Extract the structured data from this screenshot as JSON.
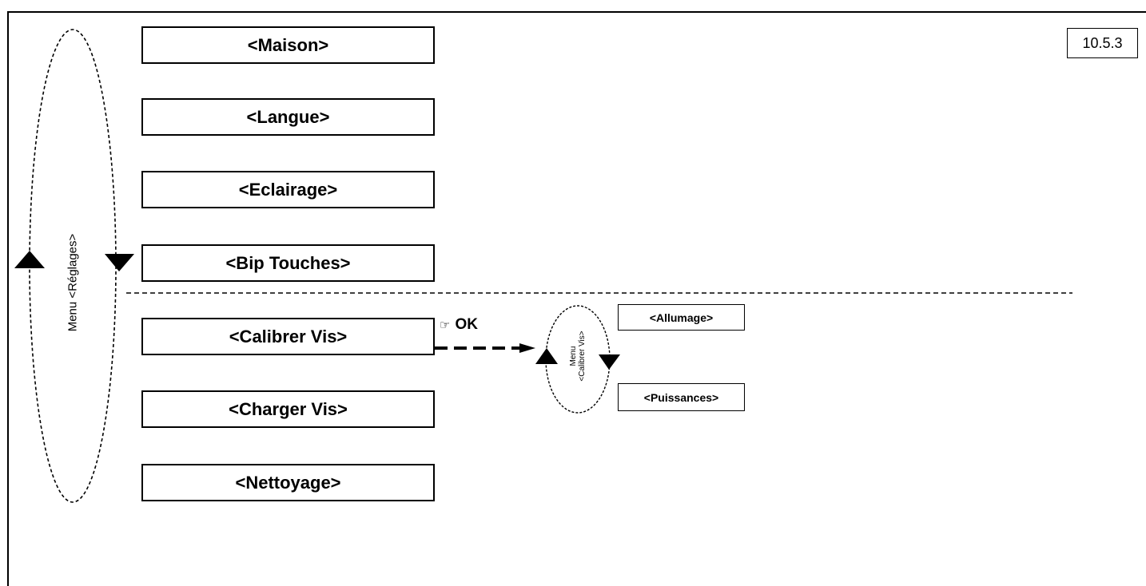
{
  "page_ref": "10.5.3",
  "main_menu": {
    "label": "Menu <Réglages>",
    "items": [
      {
        "label": "<Maison>"
      },
      {
        "label": "<Langue>"
      },
      {
        "label": "<Eclairage>"
      },
      {
        "label": "<Bip Touches>"
      },
      {
        "label": "<Calibrer Vis>"
      },
      {
        "label": "<Charger Vis>"
      },
      {
        "label": "<Nettoyage>"
      }
    ]
  },
  "transition": {
    "key_icon": "pointing-hand-icon",
    "key_label": "OK"
  },
  "sub_menu": {
    "label_line1": "Menu",
    "label_line2": "<Calibrer Vis>",
    "items": [
      {
        "label": "<Allumage>"
      },
      {
        "label": "<Puissances>"
      }
    ]
  }
}
